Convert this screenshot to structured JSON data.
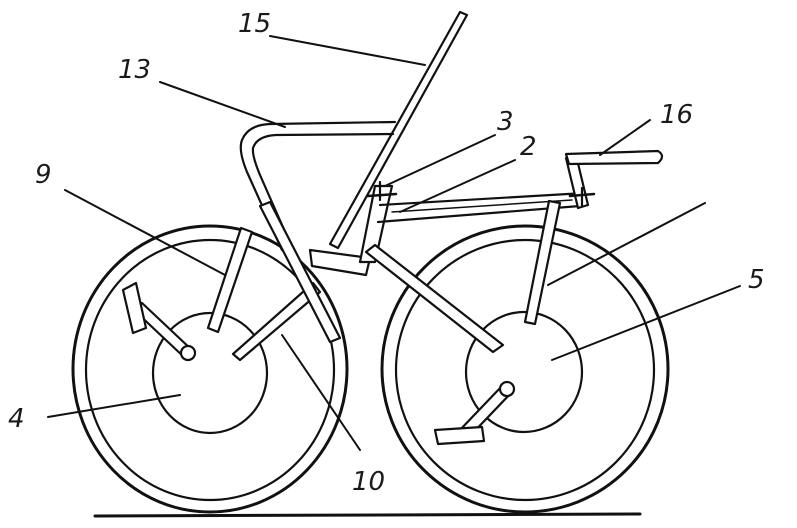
{
  "callouts": {
    "c15": "15",
    "c13": "13",
    "c3": "3",
    "c2": "2",
    "c16": "16",
    "c9": "9",
    "c5": "5",
    "c4": "4",
    "c10": "10"
  },
  "colors": {
    "ink": "#111111",
    "paper": "#ffffff"
  }
}
